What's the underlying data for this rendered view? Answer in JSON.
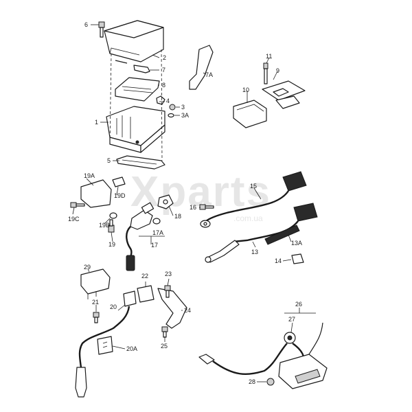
{
  "watermark": {
    "brand": "Xparts",
    "domain": ".com.ua"
  },
  "colors": {
    "ink": "#1a1a1a",
    "paper": "#ffffff",
    "watermark": "#e6e6e6"
  },
  "callouts": {
    "c1": "1",
    "c2": "2",
    "c3": "3",
    "c3a": "3A",
    "c4": "4",
    "c5": "5",
    "c6": "6",
    "c7": "7",
    "c7a": "7A",
    "c8": "8",
    "c9": "9",
    "c10": "10",
    "c11": "11",
    "c13": "13",
    "c13a": "13A",
    "c14": "14",
    "c15": "15",
    "c16": "16",
    "c17": "17",
    "c17a": "17A",
    "c18": "18",
    "c19": "19",
    "c19a": "19A",
    "c19b": "19B",
    "c19c": "19C",
    "c19d": "19D",
    "c20": "20",
    "c20a": "20A",
    "c21": "21",
    "c22": "22",
    "c23": "23",
    "c24": "24",
    "c25": "25",
    "c26": "26",
    "c27": "27",
    "c28": "28",
    "c29": "29"
  }
}
